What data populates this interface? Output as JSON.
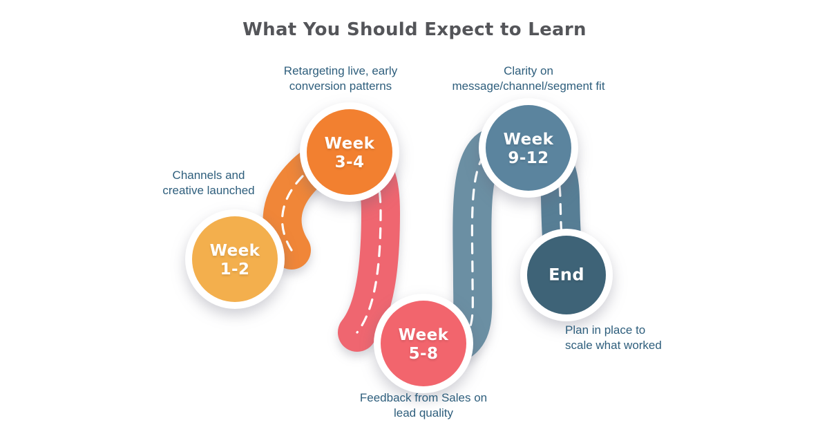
{
  "title": "What You Should Expect to Learn",
  "milestones": [
    {
      "id": "week-1-2",
      "label": "Week\n1-2",
      "color": "#F3AF4D",
      "note": "Channels and\ncreative launched"
    },
    {
      "id": "week-3-4",
      "label": "Week\n3-4",
      "color": "#F28030",
      "note": "Retargeting live, early\nconversion patterns"
    },
    {
      "id": "week-5-8",
      "label": "Week\n5-8",
      "color": "#F2656D",
      "note": "Feedback from Sales on\nlead quality"
    },
    {
      "id": "week-9-12",
      "label": "Week\n9-12",
      "color": "#5B849E",
      "note": "Clarity on\nmessage/channel/segment fit"
    },
    {
      "id": "end",
      "label": "End",
      "color": "#3E6377",
      "note": "Plan in place to\nscale what worked"
    }
  ],
  "roads": [
    {
      "from": "week-1-2",
      "to": "week-3-4",
      "color": "#F08638"
    },
    {
      "from": "week-3-4",
      "to": "week-5-8",
      "color": "#EF6670"
    },
    {
      "from": "week-5-8",
      "to": "week-9-12",
      "color": "#6B8FA3"
    },
    {
      "from": "week-9-12",
      "to": "end",
      "color": "#577E95"
    }
  ],
  "style": {
    "background": "#FFFFFF",
    "dash_color": "#FFFFFF",
    "note_color": "#2E5E7C",
    "title_color": "#545559"
  }
}
